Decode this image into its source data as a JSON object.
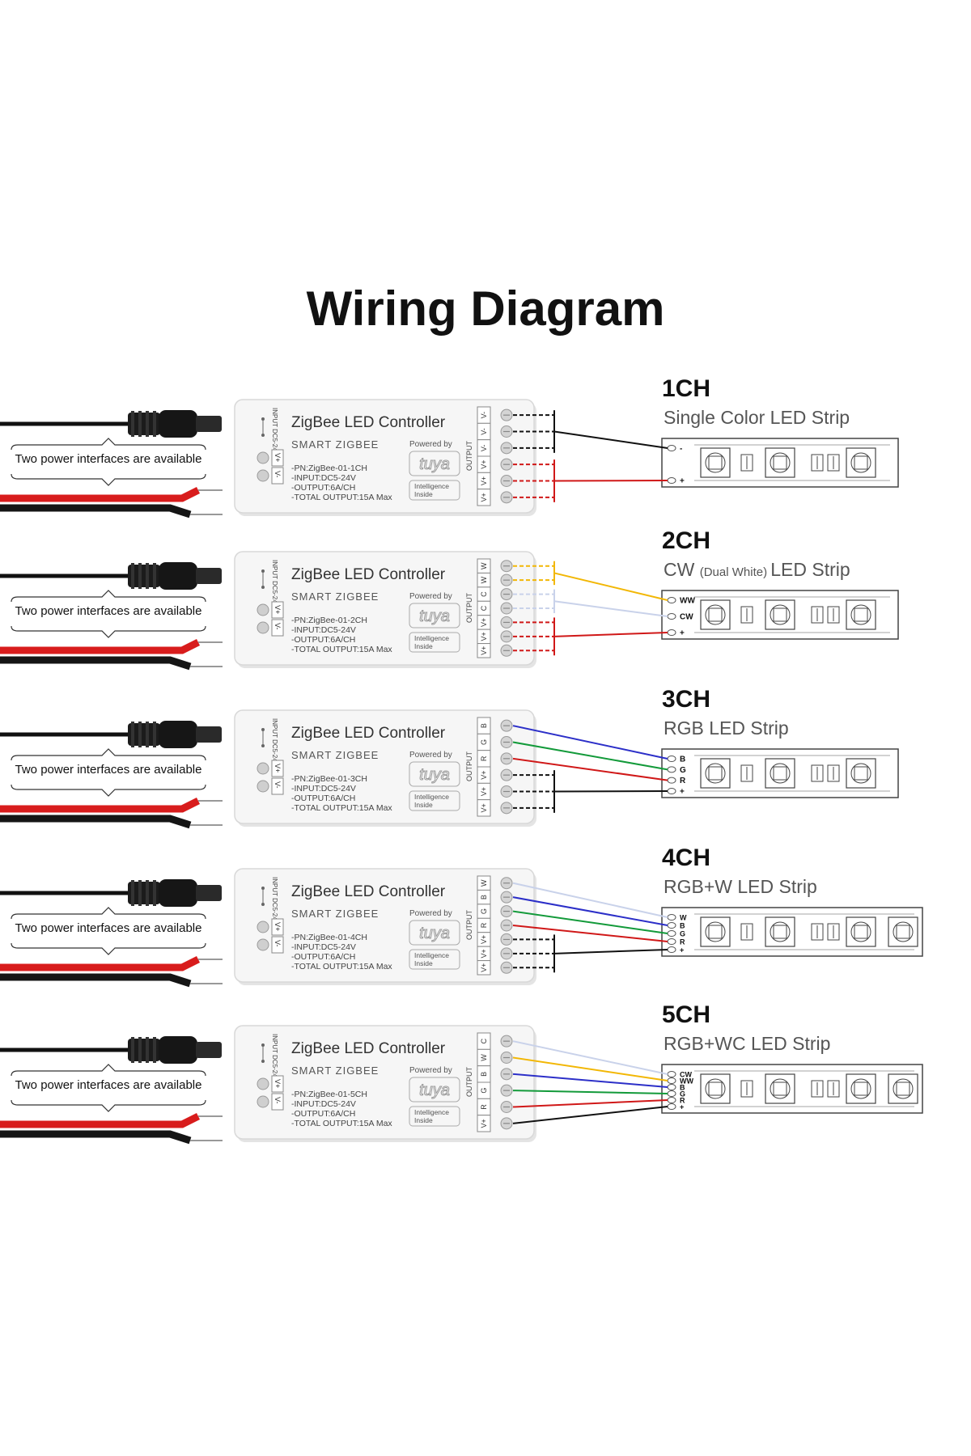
{
  "title": "Wiring Diagram",
  "power_note": "Two power interfaces are available",
  "controller": {
    "name": "ZigBee LED Controller",
    "subtitle": "SMART ZIGBEE",
    "powered_by": "Powered by",
    "brand": "tuya",
    "badge_line1": "Intelligence",
    "badge_line2": "Inside",
    "input_label": "INPUT DC5-24V",
    "input_terminals": [
      "V+",
      "V-"
    ],
    "output_label": "OUTPUT",
    "spec_input": "-INPUT:DC5-24V",
    "spec_output": "-OUTPUT:6A/CH",
    "spec_total": "-TOTAL OUTPUT:15A Max"
  },
  "wire_colors": {
    "neg": "#111111",
    "pos": "#d01818",
    "ww": "#f2b705",
    "cw": "#c9d2ea",
    "w": "#c9d2ea",
    "c": "#c9d2ea",
    "b": "#2c2fc8",
    "g": "#139a3a",
    "r": "#d01818"
  },
  "channels": [
    {
      "ch": "1CH",
      "strip_name": "Single Color LED Strip",
      "pn": "-PN:ZigBee-01-1CH",
      "terminals": [
        "V-",
        "V-",
        "V-",
        "V+",
        "V+",
        "V+"
      ],
      "pads": [
        {
          "label": "-",
          "wire": "neg"
        },
        {
          "label": "+",
          "wire": "pos"
        }
      ],
      "bridges": [
        {
          "from": 0,
          "to": 2,
          "pad": 0,
          "wire": "neg"
        },
        {
          "from": 3,
          "to": 5,
          "pad": 1,
          "wire": "pos"
        }
      ],
      "direct": []
    },
    {
      "ch": "2CH",
      "strip_prefix": "CW",
      "strip_note": "(Dual White)",
      "strip_name": "LED Strip",
      "pn": "-PN:ZigBee-01-2CH",
      "terminals": [
        "W",
        "W",
        "C",
        "C",
        "V+",
        "V+",
        "V+"
      ],
      "pads": [
        {
          "label": "WW",
          "wire": "ww"
        },
        {
          "label": "CW",
          "wire": "cw"
        },
        {
          "label": "+",
          "wire": "pos"
        }
      ],
      "bridges": [
        {
          "from": 0,
          "to": 1,
          "pad": 0,
          "wire": "ww"
        },
        {
          "from": 2,
          "to": 3,
          "pad": 1,
          "wire": "cw"
        },
        {
          "from": 4,
          "to": 6,
          "pad": 2,
          "wire": "pos"
        }
      ],
      "direct": []
    },
    {
      "ch": "3CH",
      "strip_name": "RGB LED Strip",
      "pn": "-PN:ZigBee-01-3CH",
      "terminals": [
        "B",
        "G",
        "R",
        "V+",
        "V+",
        "V+"
      ],
      "pads": [
        {
          "label": "B",
          "wire": "b"
        },
        {
          "label": "G",
          "wire": "g"
        },
        {
          "label": "R",
          "wire": "r"
        },
        {
          "label": "+",
          "wire": "neg"
        }
      ],
      "bridges": [
        {
          "from": 3,
          "to": 5,
          "pad": 3,
          "wire": "neg"
        }
      ],
      "direct": [
        {
          "t": 0,
          "pad": 0
        },
        {
          "t": 1,
          "pad": 1
        },
        {
          "t": 2,
          "pad": 2
        }
      ]
    },
    {
      "ch": "4CH",
      "strip_name": "RGB+W LED Strip",
      "pn": "-PN:ZigBee-01-4CH",
      "terminals": [
        "W",
        "B",
        "G",
        "R",
        "V+",
        "V+",
        "V+"
      ],
      "pads": [
        {
          "label": "W",
          "wire": "w"
        },
        {
          "label": "B",
          "wire": "b"
        },
        {
          "label": "G",
          "wire": "g"
        },
        {
          "label": "R",
          "wire": "r"
        },
        {
          "label": "+",
          "wire": "neg"
        }
      ],
      "bridges": [
        {
          "from": 4,
          "to": 6,
          "pad": 4,
          "wire": "neg"
        }
      ],
      "direct": [
        {
          "t": 0,
          "pad": 0
        },
        {
          "t": 1,
          "pad": 1
        },
        {
          "t": 2,
          "pad": 2
        },
        {
          "t": 3,
          "pad": 3
        }
      ]
    },
    {
      "ch": "5CH",
      "strip_name": "RGB+WC LED Strip",
      "pn": "-PN:ZigBee-01-5CH",
      "terminals": [
        "C",
        "W",
        "B",
        "G",
        "R",
        "V+"
      ],
      "pads": [
        {
          "label": "CW",
          "wire": "c"
        },
        {
          "label": "WW",
          "wire": "ww"
        },
        {
          "label": "B",
          "wire": "b"
        },
        {
          "label": "G",
          "wire": "g"
        },
        {
          "label": "R",
          "wire": "r"
        },
        {
          "label": "+",
          "wire": "neg"
        }
      ],
      "bridges": [],
      "direct": [
        {
          "t": 0,
          "pad": 0
        },
        {
          "t": 1,
          "pad": 1
        },
        {
          "t": 2,
          "pad": 2
        },
        {
          "t": 3,
          "pad": 3
        },
        {
          "t": 4,
          "pad": 4
        },
        {
          "t": 5,
          "pad": 5
        }
      ]
    }
  ]
}
